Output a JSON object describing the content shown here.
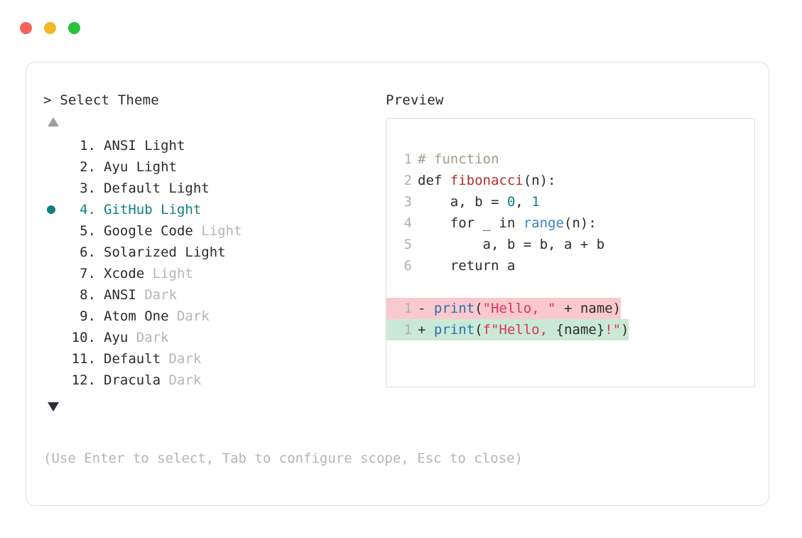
{
  "window": {
    "controls": [
      {
        "name": "close",
        "color": "#f4635b"
      },
      {
        "name": "minimize",
        "color": "#f5b727"
      },
      {
        "name": "maximize",
        "color": "#27c13e"
      }
    ]
  },
  "picker": {
    "prompt_symbol": "> ",
    "title": "Select Theme",
    "scroll_up_glyph": "▲",
    "scroll_down_glyph": "▼",
    "selected_index": 4,
    "selected_bullet_color": "#10807d",
    "items": [
      {
        "index": "1.",
        "name": "ANSI",
        "variant": " Light",
        "variant_muted": false,
        "selected": false
      },
      {
        "index": "2.",
        "name": "Ayu",
        "variant": " Light",
        "variant_muted": false,
        "selected": false
      },
      {
        "index": "3.",
        "name": "Default",
        "variant": " Light",
        "variant_muted": false,
        "selected": false
      },
      {
        "index": "4.",
        "name": "GitHub",
        "variant": " Light",
        "variant_muted": false,
        "selected": true
      },
      {
        "index": "5.",
        "name": "Google Code",
        "variant": " Light",
        "variant_muted": true,
        "selected": false
      },
      {
        "index": "6.",
        "name": "Solarized",
        "variant": " Light",
        "variant_muted": false,
        "selected": false
      },
      {
        "index": "7.",
        "name": "Xcode",
        "variant": " Light",
        "variant_muted": true,
        "selected": false
      },
      {
        "index": "8.",
        "name": "ANSI",
        "variant": " Dark",
        "variant_muted": true,
        "selected": false
      },
      {
        "index": "9.",
        "name": "Atom One",
        "variant": " Dark",
        "variant_muted": true,
        "selected": false
      },
      {
        "index": "10.",
        "name": "Ayu",
        "variant": " Dark",
        "variant_muted": true,
        "selected": false
      },
      {
        "index": "11.",
        "name": "Default",
        "variant": " Dark",
        "variant_muted": true,
        "selected": false
      },
      {
        "index": "12.",
        "name": "Dracula",
        "variant": " Dark",
        "variant_muted": true,
        "selected": false
      }
    ]
  },
  "preview": {
    "title": "Preview",
    "code_lines": [
      {
        "ln": "1",
        "tokens": [
          {
            "t": "# function",
            "c": "comment"
          }
        ]
      },
      {
        "ln": "2",
        "tokens": [
          {
            "t": "def ",
            "c": "plain"
          },
          {
            "t": "fibonacci",
            "c": "func"
          },
          {
            "t": "(n):",
            "c": "plain"
          }
        ]
      },
      {
        "ln": "3",
        "tokens": [
          {
            "t": "    a, b = ",
            "c": "plain"
          },
          {
            "t": "0",
            "c": "num"
          },
          {
            "t": ", ",
            "c": "plain"
          },
          {
            "t": "1",
            "c": "num"
          }
        ]
      },
      {
        "ln": "4",
        "tokens": [
          {
            "t": "    for _ in ",
            "c": "plain"
          },
          {
            "t": "range",
            "c": "builtin"
          },
          {
            "t": "(n):",
            "c": "plain"
          }
        ]
      },
      {
        "ln": "5",
        "tokens": [
          {
            "t": "        a, b = b, a + b",
            "c": "plain"
          }
        ]
      },
      {
        "ln": "6",
        "tokens": [
          {
            "t": "    return a",
            "c": "plain"
          }
        ]
      }
    ],
    "diff_lines": [
      {
        "ln": "1",
        "kind": "del",
        "sign": "-",
        "tokens": [
          {
            "t": "print",
            "c": "call"
          },
          {
            "t": "(",
            "c": "plain"
          },
          {
            "t": "\"Hello, \"",
            "c": "str"
          },
          {
            "t": " + name)",
            "c": "plain"
          }
        ]
      },
      {
        "ln": "1",
        "kind": "add",
        "sign": "+",
        "tokens": [
          {
            "t": "print",
            "c": "call"
          },
          {
            "t": "(",
            "c": "plain"
          },
          {
            "t": "f\"Hello, ",
            "c": "str"
          },
          {
            "t": "{name}",
            "c": "plain"
          },
          {
            "t": "!\"",
            "c": "str"
          },
          {
            "t": ")",
            "c": "plain"
          }
        ]
      }
    ],
    "colors": {
      "comment": "#9e9e8a",
      "function": "#bb2d2d",
      "number": "#10807d",
      "builtin": "#3b83c4",
      "string": "#e0335e",
      "diff_removed_bg": "#fac9cd",
      "diff_added_bg": "#c9e9d6"
    }
  },
  "footer": {
    "hint": "(Use Enter to select, Tab to configure scope, Esc to close)"
  }
}
